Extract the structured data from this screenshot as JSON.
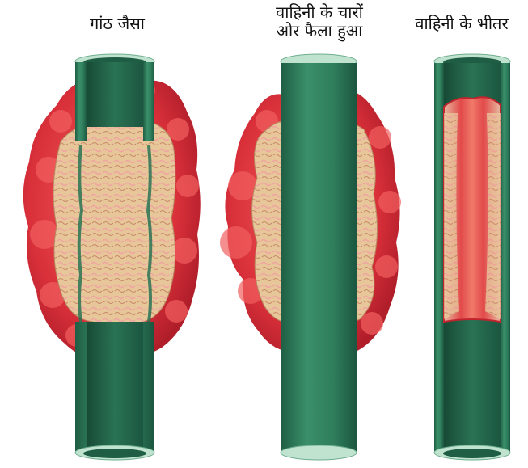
{
  "labels": {
    "panel_1": "गांठ जैसा",
    "panel_2_line_1": "वाहिनी के चारों",
    "panel_2_line_2": "ओर फैला हुआ",
    "panel_3": "वाहिनी के भीतर"
  },
  "colors": {
    "vessel_outer": "#2f7d5c",
    "vessel_inner": "#1f5e44",
    "vessel_rim": "#bfe3cf",
    "tumor_red": "#d9303a",
    "tumor_tan": "#e7c69a",
    "tumor_pink": "#f0a6a0"
  }
}
